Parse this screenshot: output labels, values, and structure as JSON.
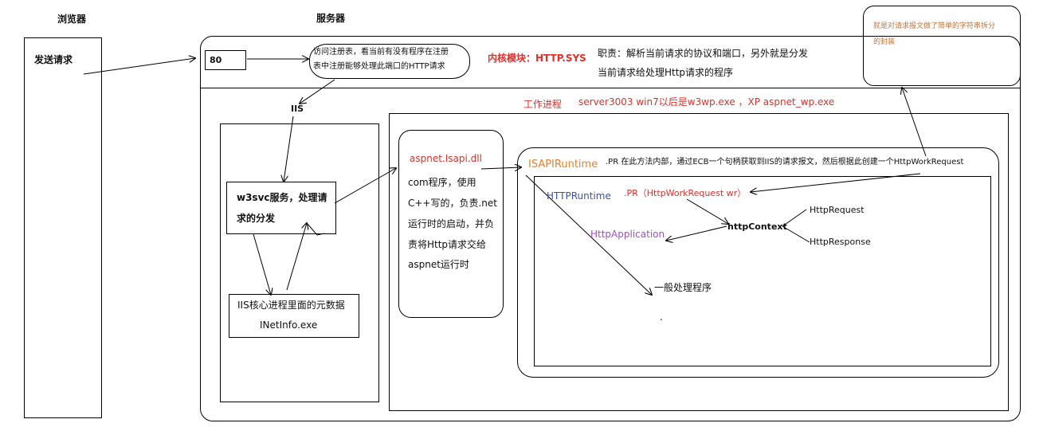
{
  "labels": {
    "browser": "浏览器",
    "server": "服务器",
    "send_request": "发送请求",
    "port": "80",
    "registry_line1": "访问注册表，看当前有没有程序在注册",
    "registry_line2": "表中注册能够处理此端口的HTTP请求",
    "kernel_module": "内核模块：HTTP.SYS",
    "duty_line1": "职责：解析当前请求的协议和端口，另外就是分发",
    "duty_line2": "当前请求给处理Http请求的程序",
    "note_line1": "就是对请求报文做了简单的字符串拆分",
    "note_line2": "的封装",
    "iis": "IIS",
    "worker_process": "工作进程",
    "worker_detail": "server3003 win7以后是w3wp.exe   ，XP aspnet_wp.exe",
    "w3svc_line1": "w3svc服务，处理请",
    "w3svc_line2": "求的分发",
    "metadata_line1": "IIS核心进程里面的元数据",
    "metadata_line2": "INetInfo.exe",
    "aspnet_isapi": "aspnet.Isapi.dll",
    "com_line1": "com程序，使用",
    "com_line2": "C++写的，负责.net",
    "com_line3": "运行时的启动，并负",
    "com_line4": "责将Http请求交给",
    "com_line5": "aspnet运行时",
    "isapi_runtime": "ISAPIRuntime",
    "pr_note": ".PR 在此方法内部，通过ECB一个句柄获取到IIS的请求报文，然后根据此创建一个HttpWorkRequest",
    "http_runtime": "HTTPRuntime",
    "pr_wr": ".PR（HttpWorkRequest wr）",
    "http_context": "httpContext",
    "http_request": "HttpRequest",
    "http_response": "HttpResponse",
    "http_application": "HttpApplication",
    "general_handler": "一般处理程序",
    "dot": "."
  },
  "colors": {
    "red": "#e0302a",
    "orange": "#e8822a",
    "blue": "#3a4fbf",
    "purple": "#a24fc4",
    "note_text": "#c8743a"
  }
}
